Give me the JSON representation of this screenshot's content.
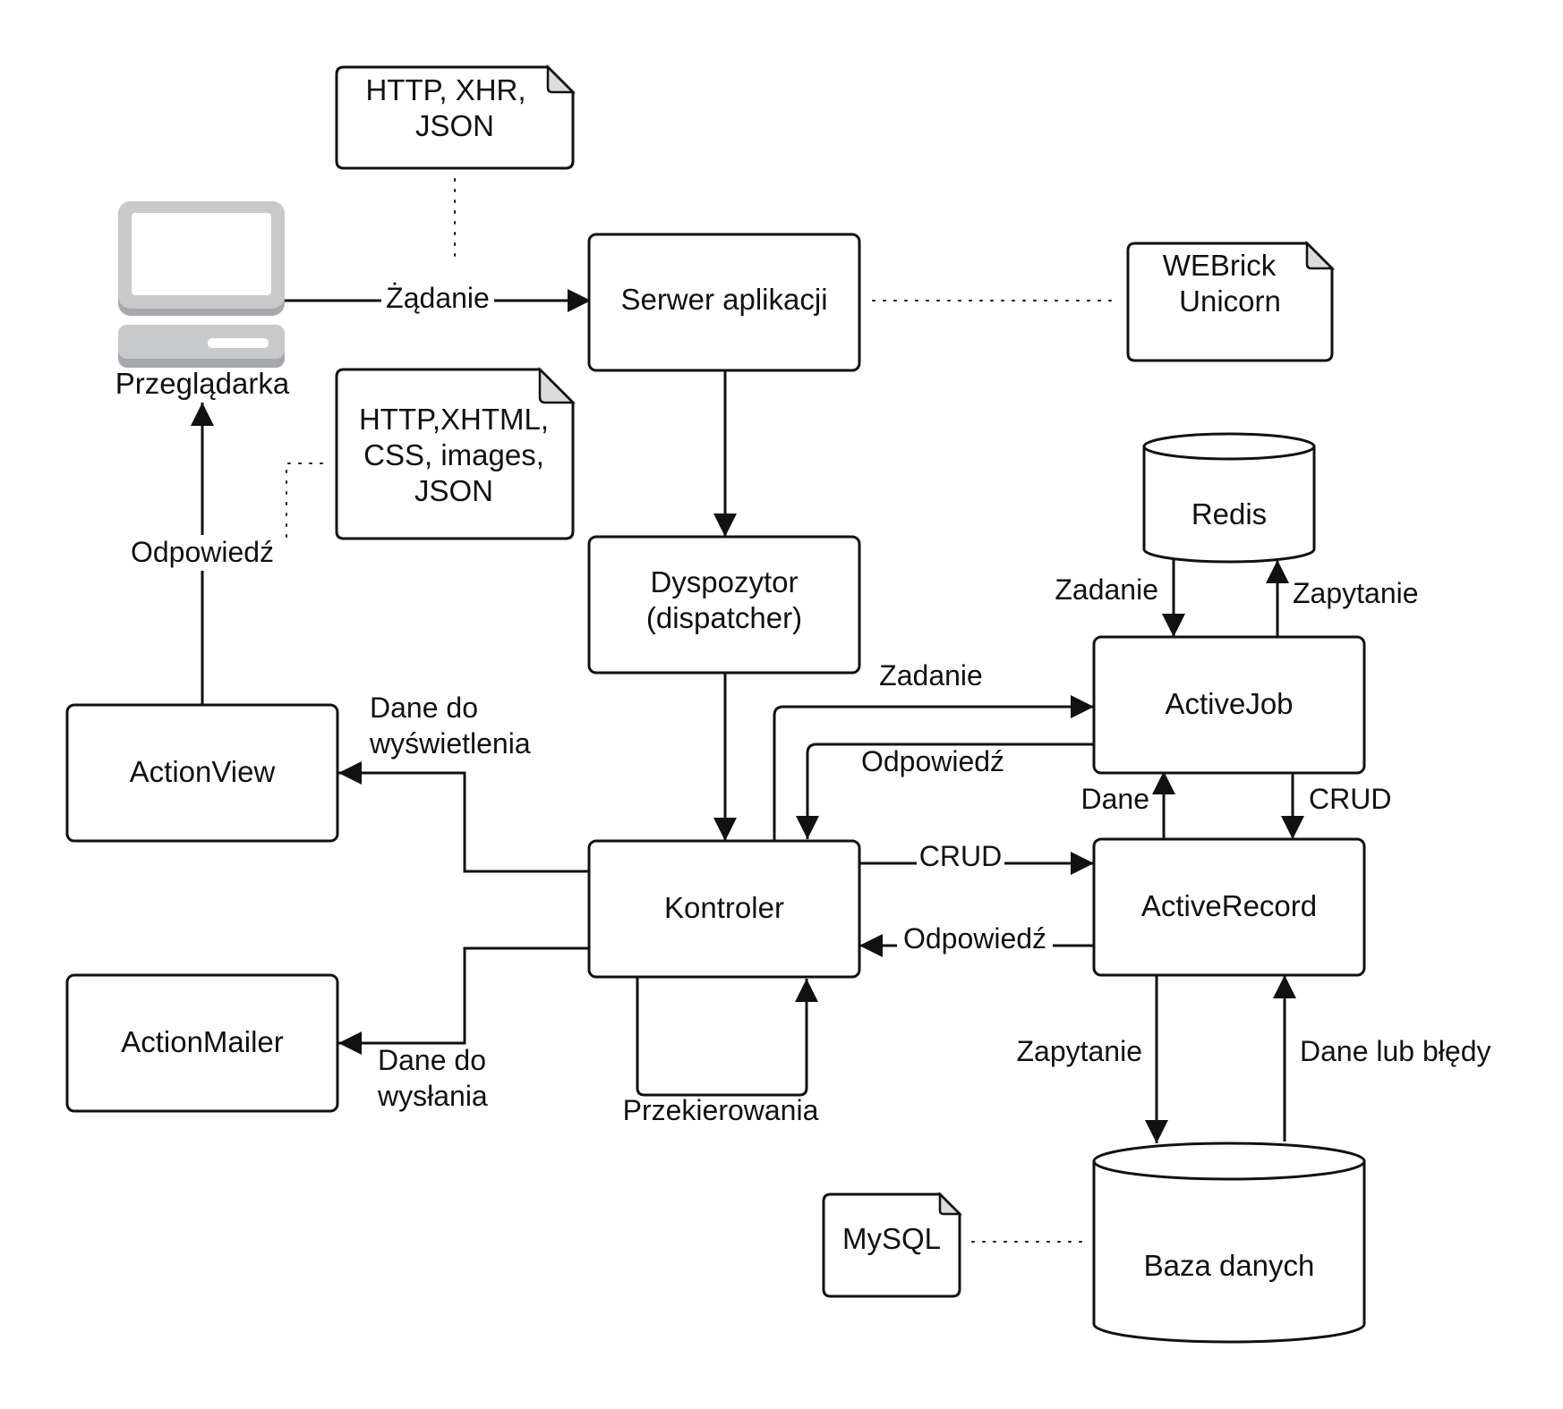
{
  "nodes": {
    "browser": "Przeglądarka",
    "server": "Serwer aplikacji",
    "dispatcher_line1": "Dyspozytor",
    "dispatcher_line2": "(dispatcher)",
    "controller": "Kontroler",
    "action_view": "ActionView",
    "action_mailer": "ActionMailer",
    "active_job": "ActiveJob",
    "active_record": "ActiveRecord",
    "redis": "Redis",
    "database": "Baza danych"
  },
  "notes": {
    "request_formats_line1": "HTTP, XHR,",
    "request_formats_line2": "JSON",
    "response_formats_line1": "HTTP,XHTML,",
    "response_formats_line2": "CSS, images,",
    "response_formats_line3": "JSON",
    "servers_line1": "WEBrick",
    "servers_line2": "Unicorn",
    "db_engine": "MySQL"
  },
  "edges": {
    "browser_to_server": "Żądanie",
    "view_to_browser": "Odpowiedź",
    "controller_to_view_line1": "Dane do",
    "controller_to_view_line2": "wyświetlenia",
    "controller_to_mailer_line1": "Dane do",
    "controller_to_mailer_line2": "wysłania",
    "controller_loop": "Przekierowania",
    "controller_to_job": "Zadanie",
    "job_to_controller": "Odpowiedź",
    "controller_to_record": "CRUD",
    "record_to_controller": "Odpowiedź",
    "record_to_job": "Dane",
    "job_to_record": "CRUD",
    "redis_to_job": "Zadanie",
    "job_to_redis": "Zapytanie",
    "record_to_db": "Zapytanie",
    "db_to_record": "Dane lub błędy"
  },
  "colors": {
    "stroke": "#111111",
    "fill": "#ffffff",
    "note_fold": "#dcdcdc",
    "computer_frame": "#c8c9cb",
    "computer_shadow": "#a7a8ab"
  }
}
